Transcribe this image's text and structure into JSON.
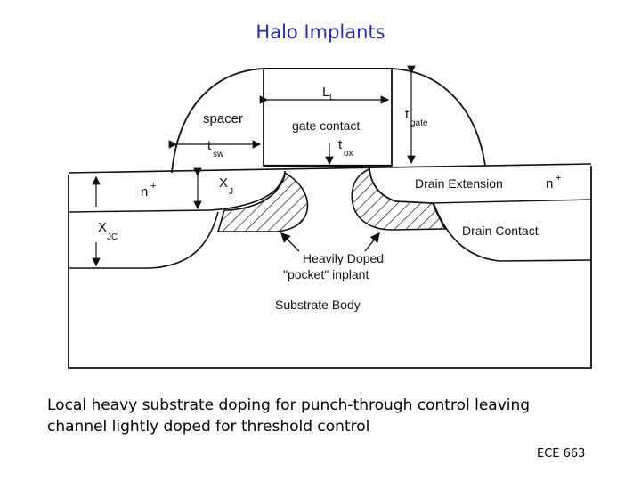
{
  "slide": {
    "title": "Halo Implants",
    "caption_line1": "Local heavy substrate doping for punch-through control leaving",
    "caption_line2": "channel lightly doped for threshold control",
    "footer": "ECE 663"
  },
  "diagram": {
    "spacer": "spacer",
    "gate_contact": "gate contact",
    "L": "L",
    "L_sub": "L",
    "t_gate": "t",
    "t_gate_sub": "gate",
    "t_sw": "t",
    "t_sw_sub": "sw",
    "t_ox": "t",
    "t_ox_sub": "ox",
    "n_left": "n",
    "n_left_sup": "+",
    "n_right": "n",
    "n_right_sup": "+",
    "x_j": "X",
    "x_j_sub": "J",
    "x_jc": "X",
    "x_jc_sub": "JC",
    "drain_extension": "Drain Extension",
    "drain_contact": "Drain Contact",
    "heavily_doped_line1": "Heavily Doped",
    "heavily_doped_line2": "\"pocket\" inplant",
    "substrate_body": "Substrate Body"
  }
}
